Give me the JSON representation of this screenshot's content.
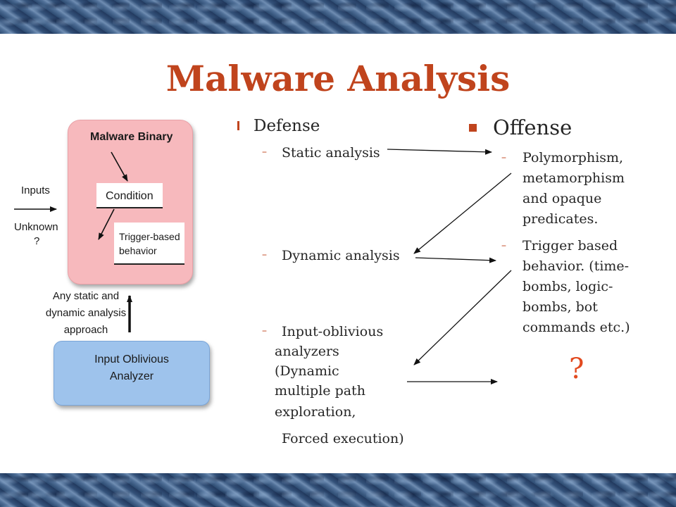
{
  "title": "Malware Analysis",
  "diagram": {
    "malware_binary": "Malware Binary",
    "condition": "Condition",
    "trigger_line1": "Trigger-based",
    "trigger_line2": "behavior",
    "inputs": "Inputs",
    "unknown": "Unknown",
    "unknown_q": "?",
    "any_line1": "Any static and",
    "any_line2": "dynamic analysis",
    "any_line3": "approach",
    "analyzer_line1": "Input Oblivious",
    "analyzer_line2": "Analyzer"
  },
  "defense": {
    "heading": "Defense",
    "items": [
      {
        "dash": "–",
        "lines": [
          "Static analysis"
        ]
      },
      {
        "dash": "–",
        "lines": [
          "Dynamic analysis"
        ]
      },
      {
        "dash": "–",
        "lines": [
          "Input-oblivious",
          "analyzers",
          "(Dynamic",
          "multiple path",
          "exploration,",
          "Forced execution)"
        ]
      }
    ]
  },
  "offense": {
    "heading": "Offense",
    "items": [
      {
        "dash": "–",
        "lines": [
          "Polymorphism,",
          "metamorphism",
          "and opaque",
          "predicates."
        ]
      },
      {
        "dash": "–",
        "lines": [
          "Trigger based",
          "behavior. (time-",
          "bombs, logic-",
          "bombs, bot",
          "commands etc.)"
        ]
      }
    ],
    "unknown_mark": "?"
  },
  "colors": {
    "accent": "#c0441d",
    "pink_box": "#f7b9bd",
    "blue_box": "#9ec3ec",
    "band": "#3d5a80"
  }
}
